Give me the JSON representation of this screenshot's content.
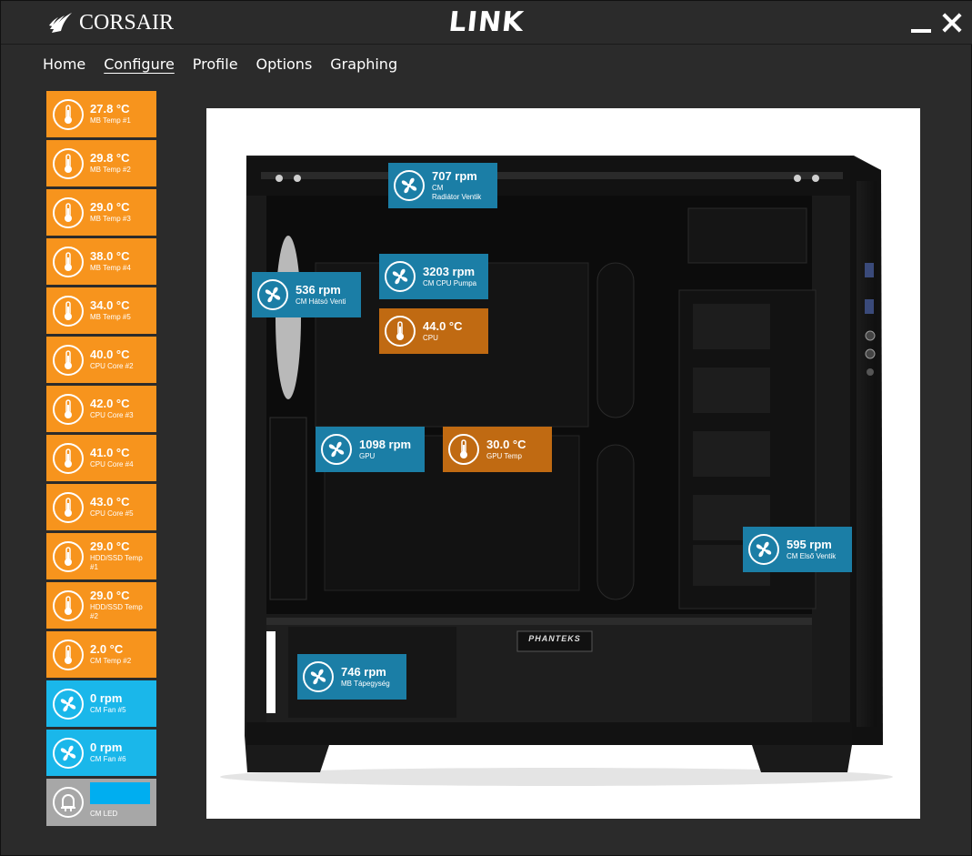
{
  "header": {
    "brand": "CORSAIR",
    "app_title": "LINK"
  },
  "menu": [
    {
      "label": "Home",
      "active": false
    },
    {
      "label": "Configure",
      "active": true
    },
    {
      "label": "Profile",
      "active": false
    },
    {
      "label": "Options",
      "active": false
    },
    {
      "label": "Graphing",
      "active": false
    }
  ],
  "sidebar": {
    "tiles": [
      {
        "type": "temp",
        "value": "27.8 °C",
        "label": "MB  Temp #1"
      },
      {
        "type": "temp",
        "value": "29.8 °C",
        "label": "MB  Temp #2"
      },
      {
        "type": "temp",
        "value": "29.0 °C",
        "label": "MB  Temp #3"
      },
      {
        "type": "temp",
        "value": "38.0 °C",
        "label": "MB  Temp #4"
      },
      {
        "type": "temp",
        "value": "34.0 °C",
        "label": "MB  Temp #5"
      },
      {
        "type": "temp",
        "value": "40.0 °C",
        "label": "CPU  Core #2"
      },
      {
        "type": "temp",
        "value": "42.0 °C",
        "label": "CPU  Core #3"
      },
      {
        "type": "temp",
        "value": "41.0 °C",
        "label": "CPU  Core #4"
      },
      {
        "type": "temp",
        "value": "43.0 °C",
        "label": "CPU  Core #5"
      },
      {
        "type": "temp",
        "value": "29.0 °C",
        "label": "HDD/SSD Temp #1"
      },
      {
        "type": "temp",
        "value": "29.0 °C",
        "label": "HDD/SSD Temp #2"
      },
      {
        "type": "temp",
        "value": "2.0 °C",
        "label": "CM  Temp #2"
      },
      {
        "type": "fan",
        "value": "0 rpm",
        "label": "CM  Fan #5"
      },
      {
        "type": "fan",
        "value": "0 rpm",
        "label": "CM  Fan #6"
      }
    ],
    "led": {
      "label": "CM  LED",
      "color": "#00aef0"
    }
  },
  "overlays": [
    {
      "name": "radiator-fan",
      "type": "fan",
      "value": "707 rpm",
      "label1": "CM",
      "label2": "Radiátor Ventik"
    },
    {
      "name": "cpu-pump",
      "type": "fan",
      "value": "3203 rpm",
      "label1": "CM  CPU Pumpa",
      "label2": ""
    },
    {
      "name": "rear-fan",
      "type": "fan",
      "value": "536 rpm",
      "label1": "CM  Hátsó Venti",
      "label2": ""
    },
    {
      "name": "cpu-temp",
      "type": "temp",
      "value": "44.0 °C",
      "label1": "CPU",
      "label2": ""
    },
    {
      "name": "gpu-fan",
      "type": "fan",
      "value": "1098 rpm",
      "label1": "GPU",
      "label2": ""
    },
    {
      "name": "gpu-temp",
      "type": "temp",
      "value": "30.0 °C",
      "label1": "GPU  Temp",
      "label2": ""
    },
    {
      "name": "front-fan",
      "type": "fan",
      "value": "595 rpm",
      "label1": "CM  Első Ventik",
      "label2": ""
    },
    {
      "name": "psu-fan",
      "type": "fan",
      "value": "746 rpm",
      "label1": "MB  Tápegység",
      "label2": ""
    }
  ],
  "case_badge": "PHANTEKS",
  "colors": {
    "temp_tile": "#f7941d",
    "fan_tile": "#1ab7ea",
    "overlay_fan": "#1b7ea6",
    "overlay_temp": "#c06a12",
    "led_tile": "#a7a7a7"
  }
}
